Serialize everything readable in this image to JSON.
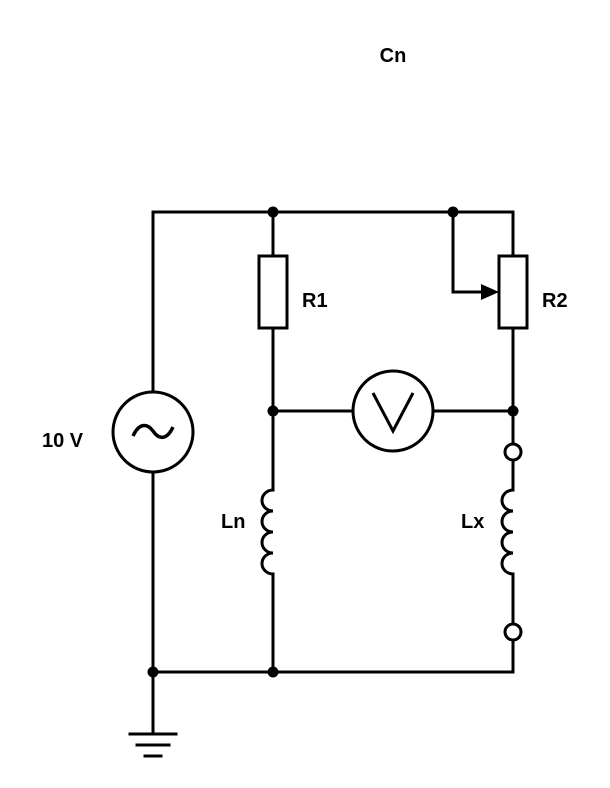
{
  "diagram": {
    "labels": {
      "cn": "Cn",
      "source": "10 V",
      "r1": "R1",
      "r2": "R2",
      "ln": "Ln",
      "lx": "Lx"
    }
  }
}
